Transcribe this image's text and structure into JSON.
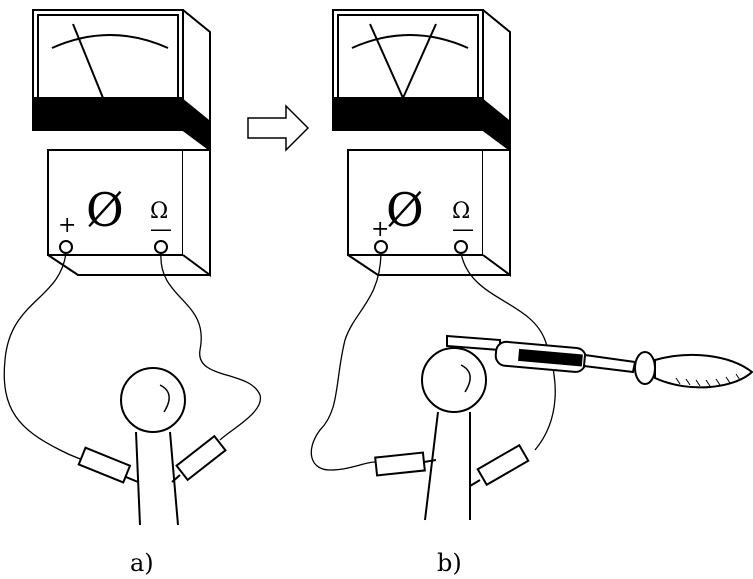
{
  "panels": [
    {
      "caption": "a)",
      "plus_label": "+",
      "ohm_label": "Ω",
      "minus_label": "—",
      "adjust_symbol": "Ø",
      "needle": "deflected"
    },
    {
      "caption": "b)",
      "plus_label": "+",
      "ohm_label": "Ω",
      "minus_label": "—",
      "adjust_symbol": "Ø",
      "needle": "two-positions"
    }
  ],
  "arrow": "right-arrow"
}
